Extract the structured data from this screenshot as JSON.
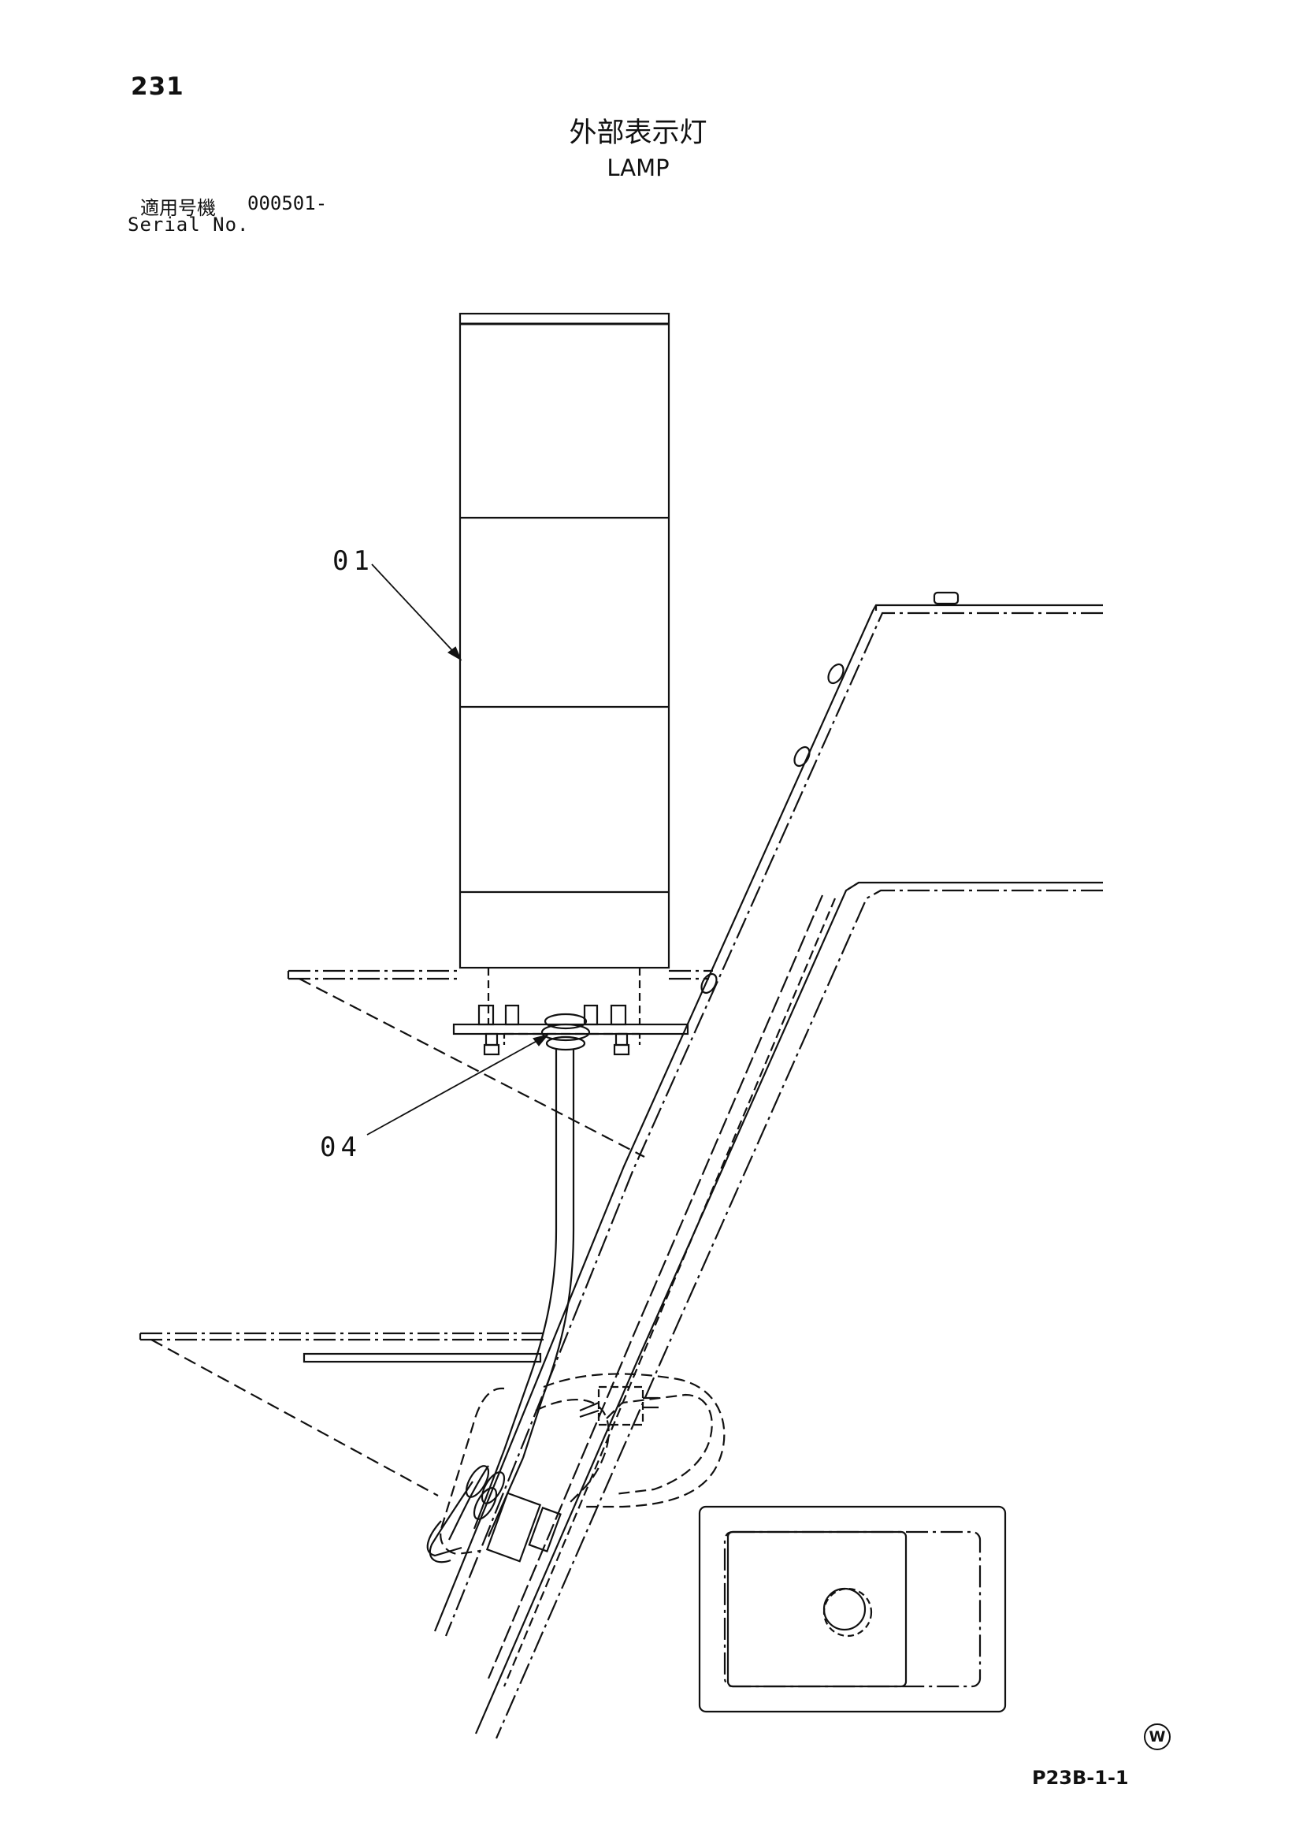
{
  "page_number": "231",
  "title": {
    "japanese": "外部表示灯",
    "english": "LAMP"
  },
  "serial": {
    "label_jp": "適用号機",
    "value": "000501-",
    "label_en": "Serial No."
  },
  "callouts": [
    {
      "id": "01",
      "label": "01",
      "part": "lamp"
    },
    {
      "id": "04",
      "label": "04",
      "part": "grommet"
    }
  ],
  "footer": {
    "mark": "W",
    "drawing_code": "P23B-1-1"
  }
}
